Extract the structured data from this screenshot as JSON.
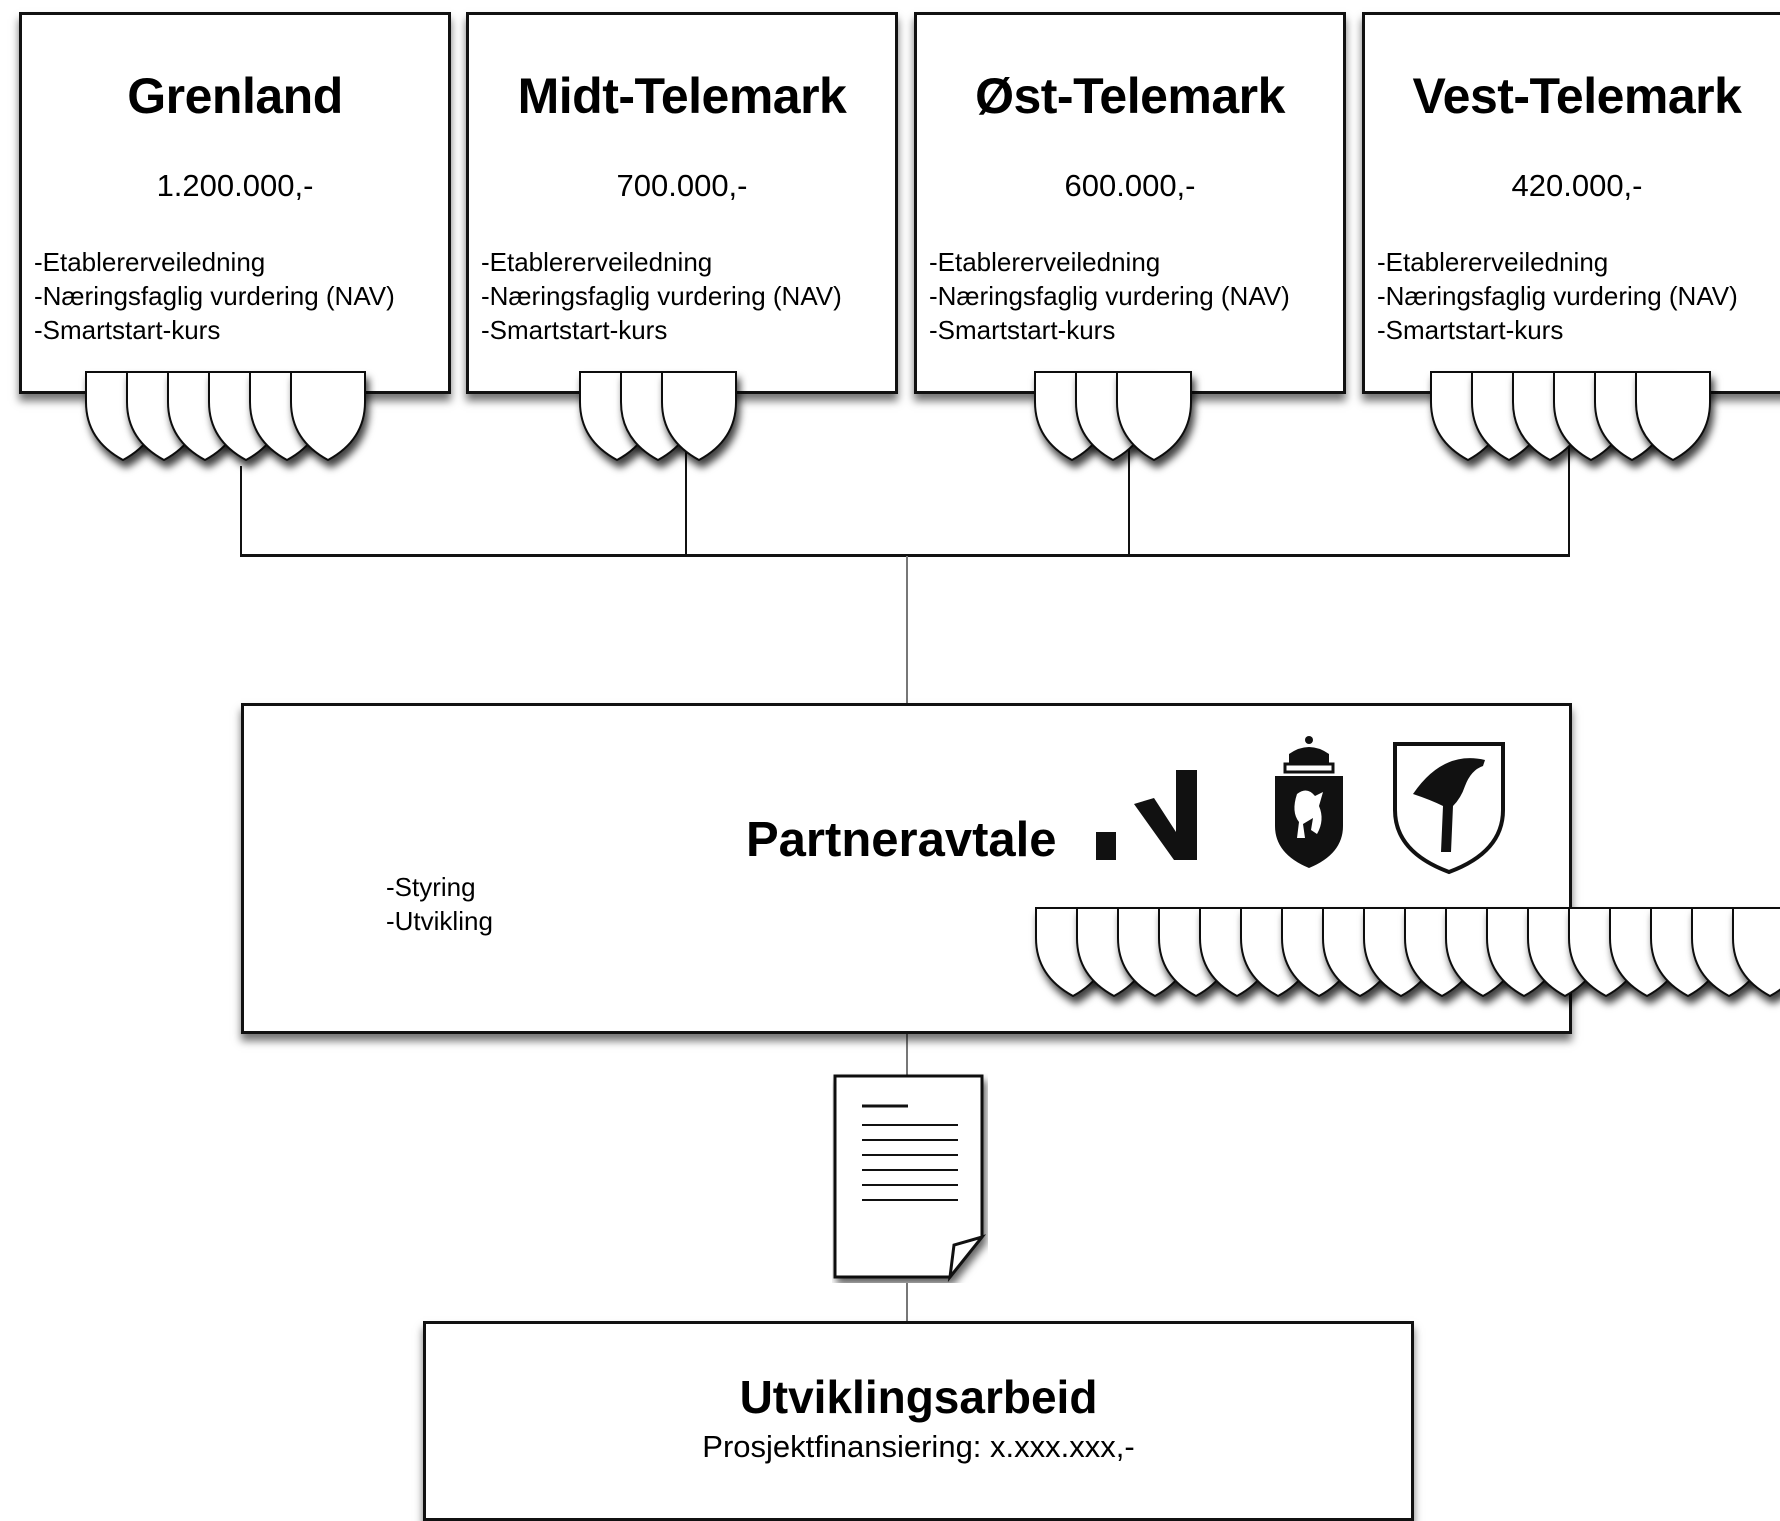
{
  "regions": [
    {
      "name": "Grenland",
      "amount": "1.200.000,-",
      "items": [
        "-Etablererveiledning",
        "-Næringsfaglig vurdering (NAV)",
        "-Smartstart-kurs"
      ],
      "municipality_shields": 6
    },
    {
      "name": "Midt-Telemark",
      "amount": "700.000,-",
      "items": [
        "-Etablererveiledning",
        "-Næringsfaglig vurdering (NAV)",
        "-Smartstart-kurs"
      ],
      "municipality_shields": 3
    },
    {
      "name": "Øst-Telemark",
      "amount": "600.000,-",
      "items": [
        "-Etablererveiledning",
        "-Næringsfaglig vurdering (NAV)",
        "-Smartstart-kurs"
      ],
      "municipality_shields": 3
    },
    {
      "name": "Vest-Telemark",
      "amount": "420.000,-",
      "items": [
        "-Etablererveiledning",
        "-Næringsfaglig vurdering (NAV)",
        "-Smartstart-kurs"
      ],
      "municipality_shields": 6
    }
  ],
  "partner": {
    "title": "Partneravtale",
    "items": [
      "-Styring",
      "-Utvikling"
    ],
    "municipality_shields": 18,
    "logos": [
      "innovasjon-norge-logo",
      "royal-coat-of-arms-icon",
      "telemark-county-shield-icon"
    ]
  },
  "development": {
    "title": "Utviklingsarbeid",
    "subtitle": "Prosjektfinansiering: x.xxx.xxx,-"
  },
  "document_icon": "document-icon"
}
